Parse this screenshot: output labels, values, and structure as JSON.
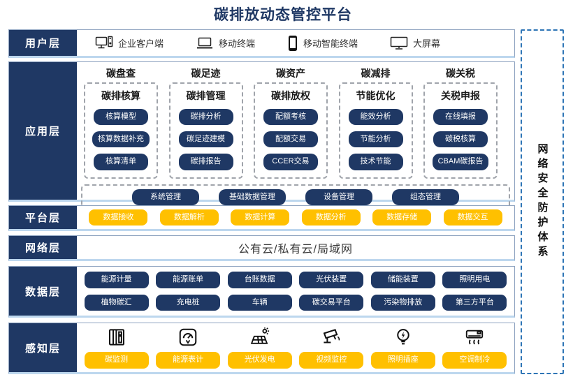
{
  "title": "碳排放动态管控平台",
  "colors": {
    "navy": "#1F3864",
    "yellow": "#FFC000",
    "security_border": "#2E75B6",
    "band_border": "#8EA3C0"
  },
  "security": {
    "label": "网络安全防护体系"
  },
  "layers": {
    "user": {
      "label": "用户层",
      "items": [
        {
          "icon": "desktop-pc-icon",
          "label": "企业客户端"
        },
        {
          "icon": "laptop-icon",
          "label": "移动终端"
        },
        {
          "icon": "smartphone-icon",
          "label": "移动智能终端"
        },
        {
          "icon": "big-screen-icon",
          "label": "大屏幕"
        }
      ]
    },
    "app": {
      "label": "应用层",
      "columns": [
        {
          "header": "碳盘查",
          "subheader": "碳排核算",
          "buttons": [
            "核算模型",
            "核算数据补充",
            "核算清单"
          ]
        },
        {
          "header": "碳足迹",
          "subheader": "碳排管理",
          "buttons": [
            "碳排分析",
            "碳足迹建模",
            "碳排报告"
          ]
        },
        {
          "header": "碳资产",
          "subheader": "碳排放权",
          "buttons": [
            "配额考核",
            "配额交易",
            "CCER交易"
          ]
        },
        {
          "header": "碳减排",
          "subheader": "节能优化",
          "buttons": [
            "能效分析",
            "节能分析",
            "技术节能"
          ]
        },
        {
          "header": "碳关税",
          "subheader": "关税申报",
          "buttons": [
            "在线填报",
            "碳税核算",
            "CBAM碳报告"
          ]
        }
      ],
      "bottom_buttons": [
        "系统管理",
        "基础数据管理",
        "设备管理",
        "组态管理"
      ]
    },
    "platform": {
      "label": "平台层",
      "buttons": [
        "数据接收",
        "数据解析",
        "数据计算",
        "数据分析",
        "数据存储",
        "数据交互"
      ]
    },
    "network": {
      "label": "网络层",
      "text": "公有云/私有云/局域网"
    },
    "data": {
      "label": "数据层",
      "rows": [
        [
          "能源计量",
          "能源账单",
          "台账数据",
          "光伏装置",
          "储能装置",
          "照明用电"
        ],
        [
          "植物碳汇",
          "充电桩",
          "车辆",
          "碳交易平台",
          "污染物排放",
          "第三方平台"
        ]
      ]
    },
    "perception": {
      "label": "感知层",
      "items": [
        {
          "icon": "carbon-monitor-icon",
          "label": "碳监测"
        },
        {
          "icon": "energy-meter-icon",
          "label": "能源表计"
        },
        {
          "icon": "solar-panel-icon",
          "label": "光伏发电"
        },
        {
          "icon": "cctv-camera-icon",
          "label": "视频监控"
        },
        {
          "icon": "light-bulb-icon",
          "label": "照明插座"
        },
        {
          "icon": "air-conditioner-icon",
          "label": "空调制冷"
        }
      ]
    }
  }
}
